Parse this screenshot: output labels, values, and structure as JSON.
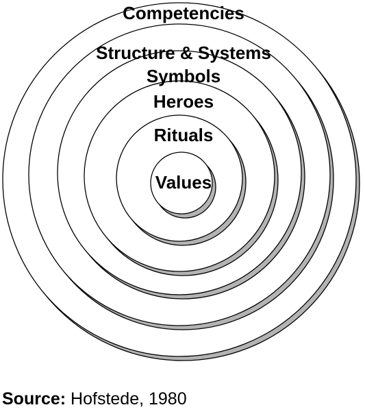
{
  "diagram": {
    "layers": [
      {
        "label": "Competencies"
      },
      {
        "label": "Structure & Systems"
      },
      {
        "label": "Symbols"
      },
      {
        "label": "Heroes"
      },
      {
        "label": "Rituals"
      },
      {
        "label": "Values"
      }
    ],
    "colors": {
      "ring_fill": "#ffffff",
      "ring_shadow": "#b3b3b3",
      "ring_stroke": "#000000",
      "label_text": "#000000"
    }
  },
  "source": {
    "label": "Source:",
    "text": " Hofstede, 1980"
  }
}
